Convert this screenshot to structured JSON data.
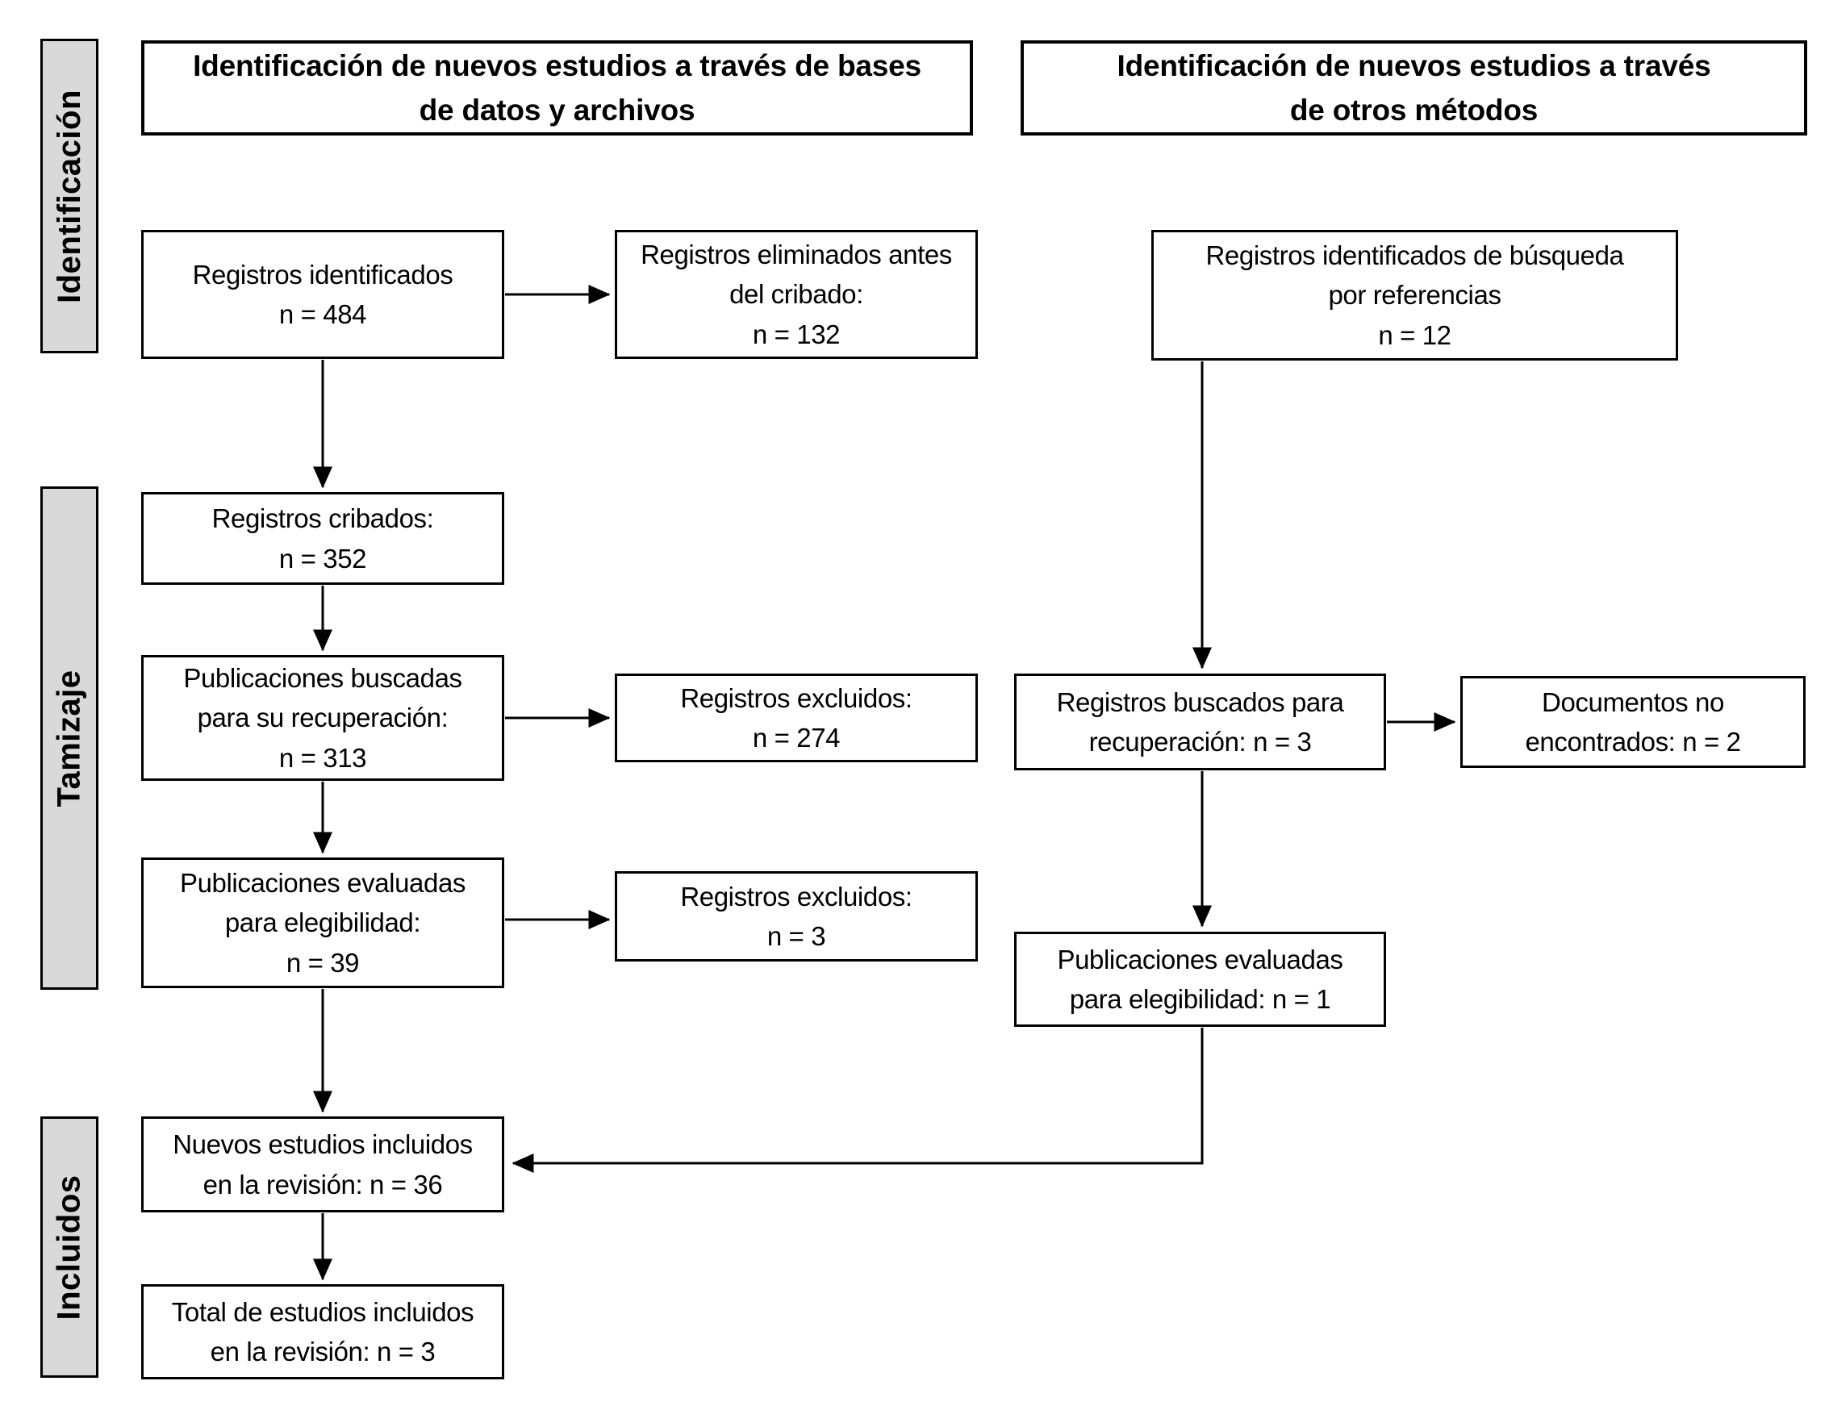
{
  "headers": {
    "left": "Identificación de nuevos estudios a través de bases\nde datos y archivos",
    "right": "Identificación de nuevos estudios a través\nde otros métodos"
  },
  "sidebar": {
    "identification": "Identificación",
    "screening": "Tamizaje",
    "included": "Incluidos"
  },
  "database_branch": {
    "records_identified": "Registros identificados\nn = 484",
    "records_removed_before_screening": "Registros eliminados antes\ndel cribado:\nn = 132",
    "records_screened": "Registros cribados:\nn = 352",
    "publications_sought": "Publicaciones buscadas\npara su recuperación:\nn = 313",
    "records_excluded_screening": "Registros excluidos:\nn = 274",
    "publications_assessed": "Publicaciones evaluadas\npara elegibilidad:\nn = 39",
    "records_excluded_eligibility": "Registros excluidos:\nn = 3",
    "new_studies_included": "Nuevos estudios incluidos\nen la revisión: n = 36",
    "total_studies_included": "Total de estudios incluidos\nen la revisión: n = 3"
  },
  "other_methods_branch": {
    "records_identified_references": "Registros identificados de búsqueda\npor referencias\nn = 12",
    "records_sought": "Registros buscados para\nrecuperación: n = 3",
    "documents_not_found": "Documentos no\nencontrados: n = 2",
    "publications_assessed": "Publicaciones evaluadas\npara elegibilidad: n = 1"
  },
  "colors": {
    "sidebar_fill": "#d9d9d9",
    "line_color": "#000000",
    "background": "#ffffff"
  }
}
